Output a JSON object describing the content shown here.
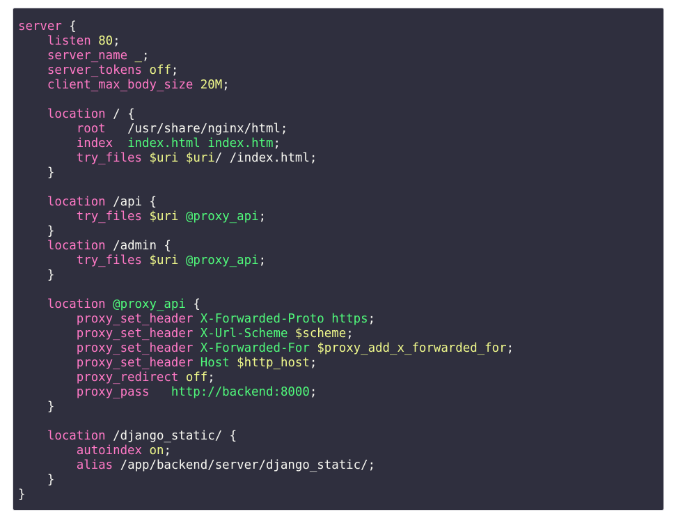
{
  "colors": {
    "background": "#2f2f3e",
    "directive": "#ff79c6",
    "value": "#f1fa8c",
    "string": "#50fa7b",
    "text": "#f8f8f2"
  },
  "code_lines": [
    [
      {
        "t": "server",
        "c": "k"
      },
      {
        "t": " {",
        "c": "p"
      }
    ],
    [
      {
        "t": "    ",
        "c": "p"
      },
      {
        "t": "listen",
        "c": "k"
      },
      {
        "t": " ",
        "c": "p"
      },
      {
        "t": "80",
        "c": "n"
      },
      {
        "t": ";",
        "c": "p"
      }
    ],
    [
      {
        "t": "    ",
        "c": "p"
      },
      {
        "t": "server_name",
        "c": "k"
      },
      {
        "t": " ",
        "c": "p"
      },
      {
        "t": "_",
        "c": "n"
      },
      {
        "t": ";",
        "c": "p"
      }
    ],
    [
      {
        "t": "    ",
        "c": "p"
      },
      {
        "t": "server_tokens",
        "c": "k"
      },
      {
        "t": " ",
        "c": "p"
      },
      {
        "t": "off",
        "c": "n"
      },
      {
        "t": ";",
        "c": "p"
      }
    ],
    [
      {
        "t": "    ",
        "c": "p"
      },
      {
        "t": "client_max_body_size",
        "c": "k"
      },
      {
        "t": " ",
        "c": "p"
      },
      {
        "t": "20M",
        "c": "n"
      },
      {
        "t": ";",
        "c": "p"
      }
    ],
    [],
    [
      {
        "t": "    ",
        "c": "p"
      },
      {
        "t": "location",
        "c": "k"
      },
      {
        "t": " / {",
        "c": "p"
      }
    ],
    [
      {
        "t": "        ",
        "c": "p"
      },
      {
        "t": "root",
        "c": "k"
      },
      {
        "t": "   /usr/share/nginx/html;",
        "c": "p"
      }
    ],
    [
      {
        "t": "        ",
        "c": "p"
      },
      {
        "t": "index",
        "c": "k"
      },
      {
        "t": "  ",
        "c": "p"
      },
      {
        "t": "index.html index.htm",
        "c": "s"
      },
      {
        "t": ";",
        "c": "p"
      }
    ],
    [
      {
        "t": "        ",
        "c": "p"
      },
      {
        "t": "try_files",
        "c": "k"
      },
      {
        "t": " ",
        "c": "p"
      },
      {
        "t": "$uri",
        "c": "n"
      },
      {
        "t": " ",
        "c": "p"
      },
      {
        "t": "$uri",
        "c": "n"
      },
      {
        "t": "/ /index.html;",
        "c": "p"
      }
    ],
    [
      {
        "t": "    }",
        "c": "p"
      }
    ],
    [],
    [
      {
        "t": "    ",
        "c": "p"
      },
      {
        "t": "location",
        "c": "k"
      },
      {
        "t": " /api {",
        "c": "p"
      }
    ],
    [
      {
        "t": "        ",
        "c": "p"
      },
      {
        "t": "try_files",
        "c": "k"
      },
      {
        "t": " ",
        "c": "p"
      },
      {
        "t": "$uri",
        "c": "n"
      },
      {
        "t": " ",
        "c": "p"
      },
      {
        "t": "@proxy_api",
        "c": "s"
      },
      {
        "t": ";",
        "c": "p"
      }
    ],
    [
      {
        "t": "    }",
        "c": "p"
      }
    ],
    [
      {
        "t": "    ",
        "c": "p"
      },
      {
        "t": "location",
        "c": "k"
      },
      {
        "t": " /admin {",
        "c": "p"
      }
    ],
    [
      {
        "t": "        ",
        "c": "p"
      },
      {
        "t": "try_files",
        "c": "k"
      },
      {
        "t": " ",
        "c": "p"
      },
      {
        "t": "$uri",
        "c": "n"
      },
      {
        "t": " ",
        "c": "p"
      },
      {
        "t": "@proxy_api",
        "c": "s"
      },
      {
        "t": ";",
        "c": "p"
      }
    ],
    [
      {
        "t": "    }",
        "c": "p"
      }
    ],
    [],
    [
      {
        "t": "    ",
        "c": "p"
      },
      {
        "t": "location",
        "c": "k"
      },
      {
        "t": " ",
        "c": "p"
      },
      {
        "t": "@proxy_api",
        "c": "s"
      },
      {
        "t": " {",
        "c": "p"
      }
    ],
    [
      {
        "t": "        ",
        "c": "p"
      },
      {
        "t": "proxy_set_header",
        "c": "k"
      },
      {
        "t": " ",
        "c": "p"
      },
      {
        "t": "X-Forwarded-Proto https",
        "c": "s"
      },
      {
        "t": ";",
        "c": "p"
      }
    ],
    [
      {
        "t": "        ",
        "c": "p"
      },
      {
        "t": "proxy_set_header",
        "c": "k"
      },
      {
        "t": " ",
        "c": "p"
      },
      {
        "t": "X-Url-Scheme",
        "c": "s"
      },
      {
        "t": " ",
        "c": "p"
      },
      {
        "t": "$scheme",
        "c": "n"
      },
      {
        "t": ";",
        "c": "p"
      }
    ],
    [
      {
        "t": "        ",
        "c": "p"
      },
      {
        "t": "proxy_set_header",
        "c": "k"
      },
      {
        "t": " ",
        "c": "p"
      },
      {
        "t": "X-Forwarded-For",
        "c": "s"
      },
      {
        "t": " ",
        "c": "p"
      },
      {
        "t": "$proxy_add_x_forwarded_for",
        "c": "n"
      },
      {
        "t": ";",
        "c": "p"
      }
    ],
    [
      {
        "t": "        ",
        "c": "p"
      },
      {
        "t": "proxy_set_header",
        "c": "k"
      },
      {
        "t": " ",
        "c": "p"
      },
      {
        "t": "Host",
        "c": "s"
      },
      {
        "t": " ",
        "c": "p"
      },
      {
        "t": "$http_host",
        "c": "n"
      },
      {
        "t": ";",
        "c": "p"
      }
    ],
    [
      {
        "t": "        ",
        "c": "p"
      },
      {
        "t": "proxy_redirect",
        "c": "k"
      },
      {
        "t": " ",
        "c": "p"
      },
      {
        "t": "off",
        "c": "n"
      },
      {
        "t": ";",
        "c": "p"
      }
    ],
    [
      {
        "t": "        ",
        "c": "p"
      },
      {
        "t": "proxy_pass",
        "c": "k"
      },
      {
        "t": "   ",
        "c": "p"
      },
      {
        "t": "http://backend:8000",
        "c": "s"
      },
      {
        "t": ";",
        "c": "p"
      }
    ],
    [
      {
        "t": "    }",
        "c": "p"
      }
    ],
    [],
    [
      {
        "t": "    ",
        "c": "p"
      },
      {
        "t": "location",
        "c": "k"
      },
      {
        "t": " /django_static/ {",
        "c": "p"
      }
    ],
    [
      {
        "t": "        ",
        "c": "p"
      },
      {
        "t": "autoindex",
        "c": "k"
      },
      {
        "t": " ",
        "c": "p"
      },
      {
        "t": "on",
        "c": "n"
      },
      {
        "t": ";",
        "c": "p"
      }
    ],
    [
      {
        "t": "        ",
        "c": "p"
      },
      {
        "t": "alias",
        "c": "k"
      },
      {
        "t": " /app/backend/server/django_static/;",
        "c": "p"
      }
    ],
    [
      {
        "t": "    }",
        "c": "p"
      }
    ],
    [
      {
        "t": "}",
        "c": "p"
      }
    ]
  ]
}
